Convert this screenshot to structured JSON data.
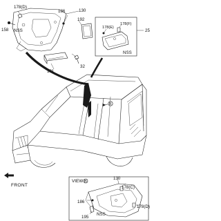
{
  "labels": {
    "p178d_top": "178(D)",
    "p186_top": "186",
    "p130_top": "130",
    "p158": "158",
    "pnss_top": "NSS",
    "p192": "192",
    "p191": "191",
    "p32": "32",
    "p178e": "178(E)",
    "p178f": "178(F)",
    "p25": "25",
    "pnss_right": "NSS",
    "view_b": "VIEW",
    "p130_bot": "130",
    "p178c": "178(C)",
    "p186_bot": "186",
    "p178d_bot": "178(D)",
    "pnss_bot": "NSS",
    "p195": "195",
    "front": "FRONT"
  }
}
